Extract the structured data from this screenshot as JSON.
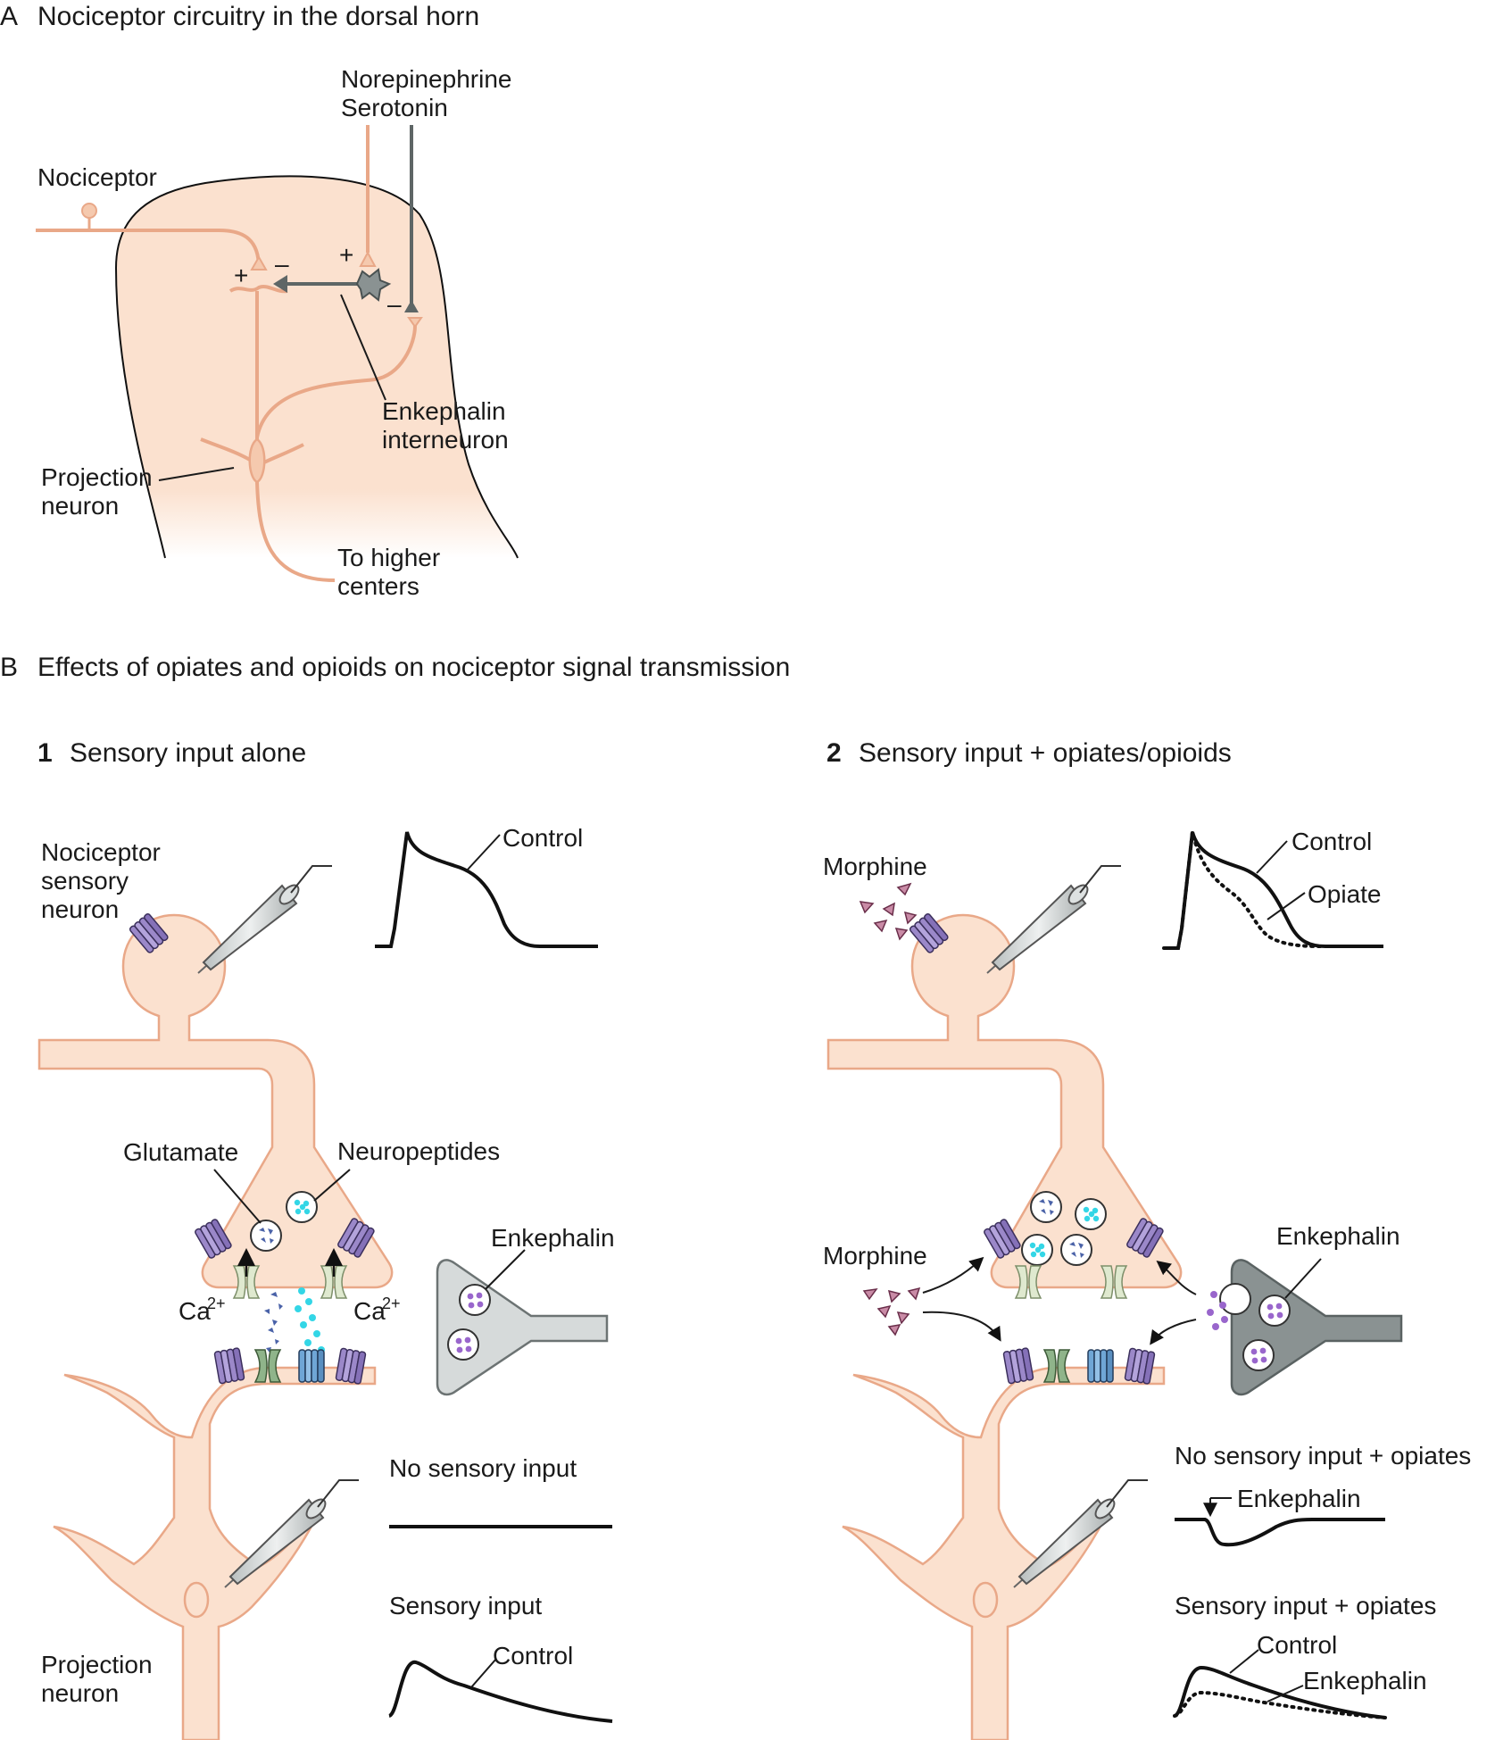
{
  "panel_a": {
    "title_letter": "A",
    "title": "Nociceptor circuitry in the dorsal horn",
    "labels": {
      "norepinephrine": "Norepinephrine",
      "serotonin": "Serotonin",
      "nociceptor": "Nociceptor",
      "enkephalin_1": "Enkephalin",
      "enkephalin_2": "interneuron",
      "projection_1": "Projection",
      "projection_2": "neuron",
      "higher_1": "To higher",
      "higher_2": "centers"
    },
    "signs": {
      "plus": "+",
      "minus": "–"
    }
  },
  "panel_b": {
    "title_letter": "B",
    "title": "Effects of opiates and opioids on nociceptor signal transmission",
    "sub1": {
      "number": "1",
      "title": "Sensory input alone",
      "nociceptor_1": "Nociceptor",
      "nociceptor_2": "sensory",
      "nociceptor_3": "neuron",
      "control": "Control",
      "glutamate": "Glutamate",
      "neuropeptides": "Neuropeptides",
      "ca": "Ca",
      "ca_sup": "2+",
      "enkephalin": "Enkephalin",
      "no_input": "No sensory input",
      "input": "Sensory input",
      "control2": "Control",
      "projection_1": "Projection",
      "projection_2": "neuron"
    },
    "sub2": {
      "number": "2",
      "title": "Sensory input + opiates/opioids",
      "morphine": "Morphine",
      "control": "Control",
      "opiate": "Opiate",
      "enkephalin": "Enkephalin",
      "no_input_opiates": "No sensory input + opiates",
      "enkephalin_arrow": "Enkephalin",
      "input_opiates": "Sensory input + opiates",
      "control2": "Control",
      "enkephalin2": "Enkephalin"
    }
  },
  "colors": {
    "tissue": "#fbe1cf",
    "outline": "#e9a888",
    "interneuron_light": "#d6dada",
    "interneuron_dark": "#8a9292",
    "receptor_purple": "#9b88c9",
    "receptor_green": "#8fb48a",
    "receptor_blue": "#6fa6d6",
    "glutamate": "#4a62a8",
    "neuropeptide": "#33d6e6",
    "enkephalin": "#9966cc",
    "morphine": "#b86a8e"
  }
}
